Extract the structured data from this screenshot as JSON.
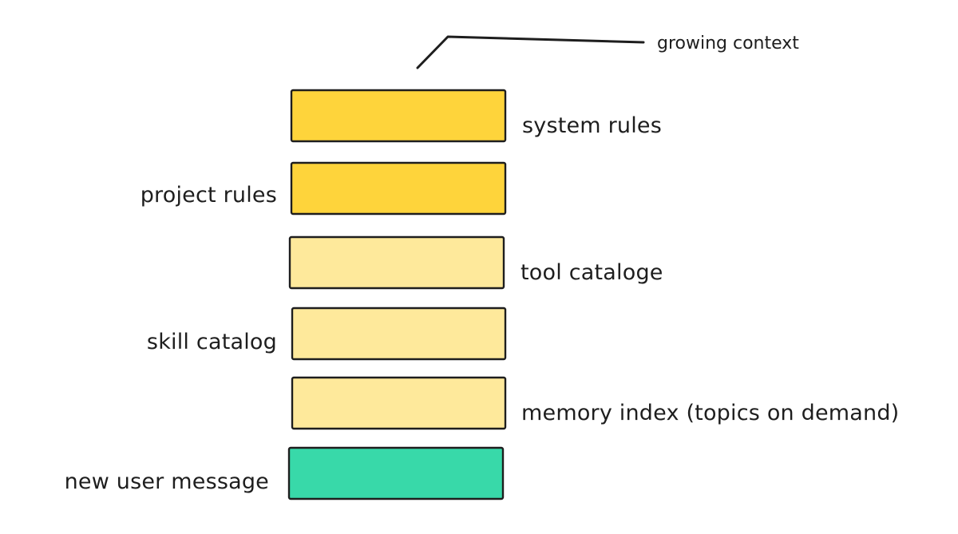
{
  "callout": {
    "label": "growing context"
  },
  "colors": {
    "strong_yellow": "#fed43b",
    "light_yellow": "#fee99b",
    "green": "#38d9a9",
    "stroke": "#1e1e1e"
  },
  "stack": [
    {
      "label": "system rules",
      "label_side": "right",
      "color": "strong_yellow"
    },
    {
      "label": "project rules",
      "label_side": "left",
      "color": "strong_yellow"
    },
    {
      "label": "tool cataloge",
      "label_side": "right",
      "color": "light_yellow"
    },
    {
      "label": "skill catalog",
      "label_side": "left",
      "color": "light_yellow"
    },
    {
      "label": "memory index (topics on demand)",
      "label_side": "right",
      "color": "light_yellow"
    },
    {
      "label": "new user message",
      "label_side": "left",
      "color": "green"
    }
  ]
}
